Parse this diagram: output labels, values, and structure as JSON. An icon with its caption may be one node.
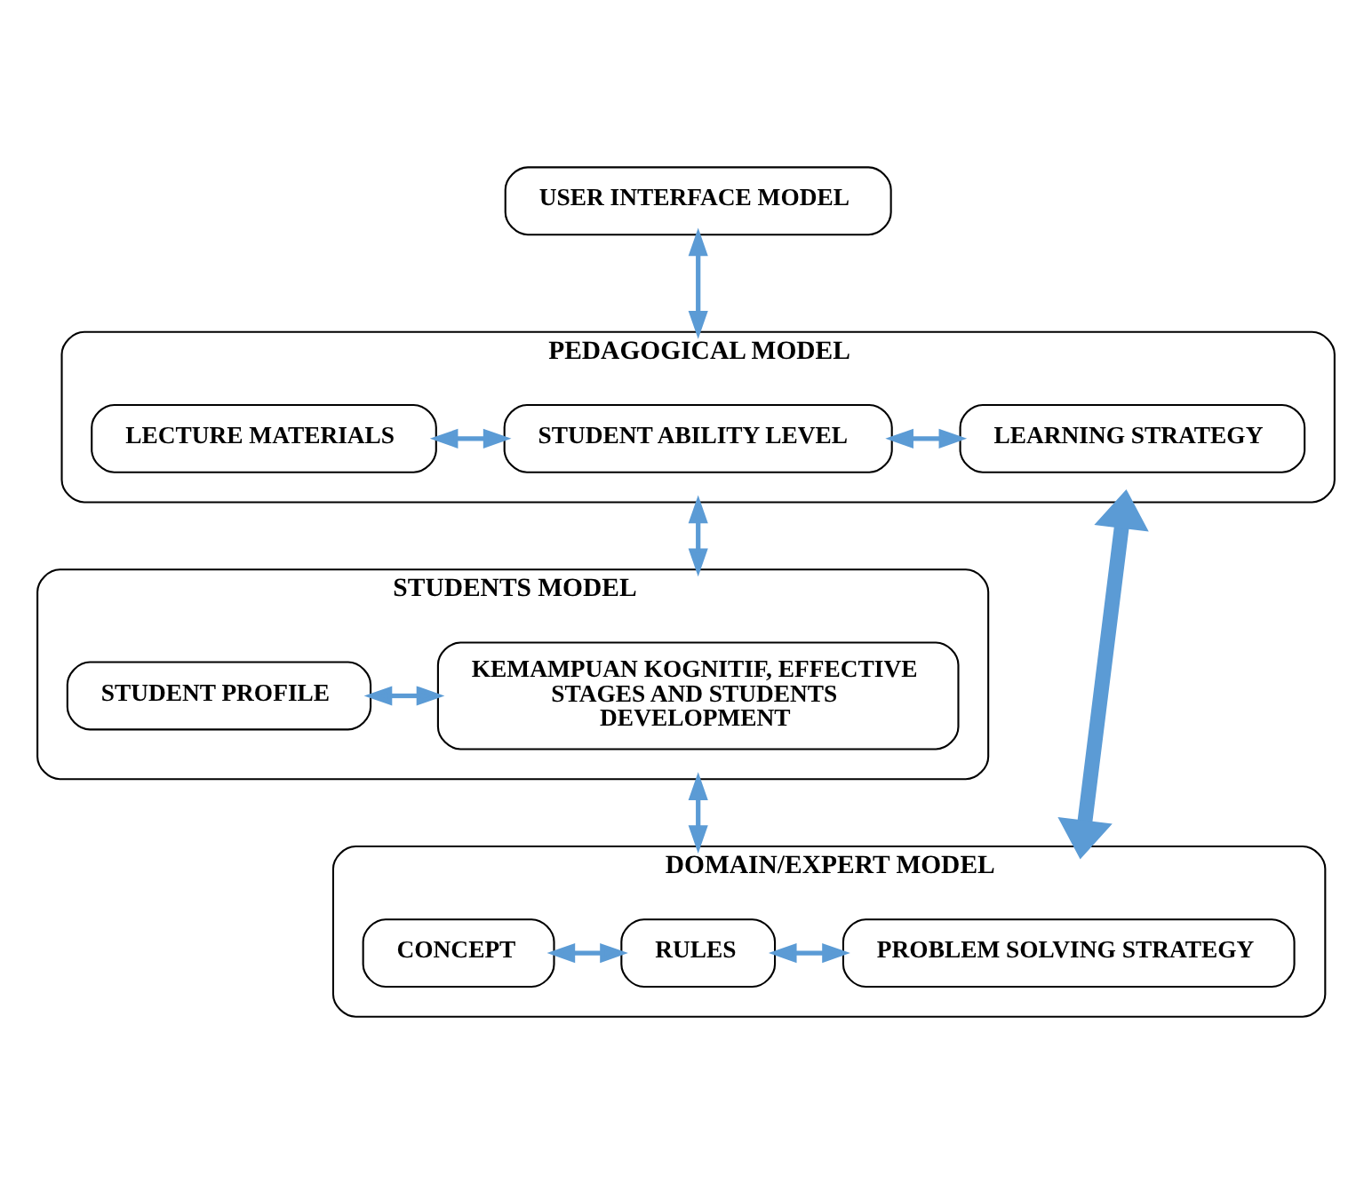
{
  "diagram": {
    "nodes": [
      {
        "text": [
          "USER INTERFACE MODEL"
        ]
      },
      {
        "text": [
          "PEDAGOGICAL MODEL"
        ]
      },
      {
        "text": [
          "LECTURE MATERIALS"
        ],
        "in": 1
      },
      {
        "text": [
          "STUDENT ABILITY LEVEL"
        ],
        "in": 1
      },
      {
        "text": [
          "LEARNING STRATEGY"
        ],
        "in": 1
      },
      {
        "text": [
          "STUDENTS MODEL"
        ]
      },
      {
        "text": [
          "STUDENT PROFILE"
        ],
        "in": 5
      },
      {
        "text": [
          "KEMAMPUAN KOGNITIF, EFFECTIVE STAGES AND STUDENTS DEVELOPMENT"
        ],
        "in": 5
      },
      {
        "text": [
          "DOMAIN/EXPERT MODEL"
        ]
      },
      {
        "text": [
          "CONCEPT"
        ],
        "in": 8
      },
      {
        "text": [
          "RULES"
        ],
        "in": 8
      },
      {
        "text": [
          "PROBLEM SOLVING STRATEGY"
        ],
        "in": 8
      }
    ],
    "edges": [
      {
        "from": 0,
        "to": 1,
        "arrow": "both"
      },
      {
        "from": 2,
        "to": 3,
        "arrow": "both"
      },
      {
        "from": 3,
        "to": 4,
        "arrow": "both"
      },
      {
        "from": 1,
        "to": 5,
        "arrow": "both"
      },
      {
        "from": 6,
        "to": 7,
        "arrow": "both"
      },
      {
        "from": 5,
        "to": 8,
        "arrow": "both"
      },
      {
        "from": 9,
        "to": 10,
        "arrow": "both"
      },
      {
        "from": 10,
        "to": 11,
        "arrow": "both"
      },
      {
        "from": 1,
        "to": 8,
        "arrow": "both",
        "style": "thick"
      }
    ]
  }
}
